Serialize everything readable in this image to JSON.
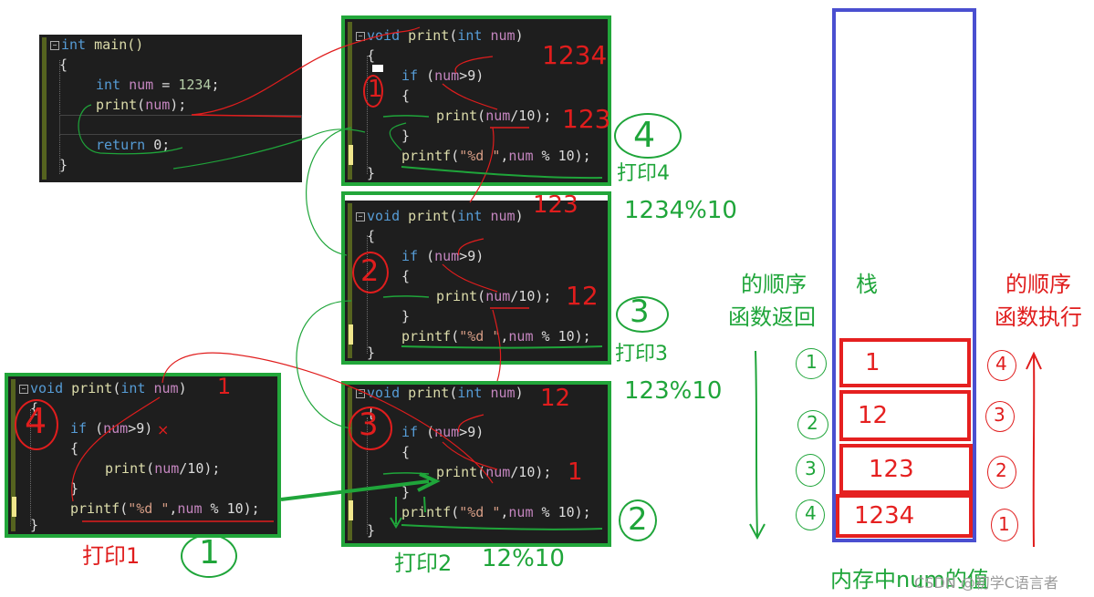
{
  "main_code": {
    "l1_kw": "int",
    "l1_fn": " main()",
    "l2": "{",
    "l3_kw": "int",
    "l3_var": " num",
    "l3_rest": " = ",
    "l3_num": "1234",
    "l3_end": ";",
    "l4_fn": "print",
    "l4_open": "(",
    "l4_var": "num",
    "l4_close": ");",
    "l5_kw": "return",
    "l5_rest": " 0;",
    "l6": "}"
  },
  "print_code": {
    "void": "void",
    "print": "print",
    "open": "(",
    "int": "int",
    "num": "num",
    "close": ")",
    "brace_open": "{",
    "brace_close": "}",
    "if": "if",
    "if_open": " (",
    "cond_rest": ">9)",
    "call_open": "(",
    "call_rest": "/10);",
    "printf": "printf",
    "fmt_open": "(",
    "fmt": "\"%d \"",
    "comma": ",",
    "mod_rest": " % 10);"
  },
  "annotations": {
    "box1_value": "1234",
    "box1_sub": "123",
    "box1_circle": "1",
    "box2_value": "123",
    "box2_sub": "12",
    "box2_circle": "2",
    "box3_value": "12",
    "box3_sub": "1",
    "box3_circle": "3",
    "box4_value": "1",
    "box4_circle": "4",
    "ret4": "4",
    "ret3": "3",
    "ret2": "2",
    "ret1": "1",
    "print4": "打印4",
    "print3": "打印3",
    "print2": "打印2",
    "print1": "打印1",
    "mod1": "1234%10",
    "mod2": "123%10",
    "mod3": "12%10"
  },
  "stack": {
    "title": "栈",
    "left_label_1": "的顺序",
    "left_label_2": "函数返回",
    "right_label_1": "的顺序",
    "right_label_2": "函数执行",
    "caption": "内存中num的值",
    "cells": [
      "1",
      "12",
      "123",
      "1234"
    ],
    "left_nums": [
      "1",
      "2",
      "3",
      "4"
    ],
    "right_nums": [
      "4",
      "3",
      "2",
      "1"
    ]
  },
  "watermark": "CSDN @初学C语言者",
  "colors": {
    "code_bg": "#1e1e1e",
    "keyword": "#569cd6",
    "function": "#dcdcaa",
    "variable": "#c586c0",
    "annotation_red": "#e01d1d",
    "annotation_green": "#1fa53a",
    "stack_border": "#4a4fd0"
  }
}
